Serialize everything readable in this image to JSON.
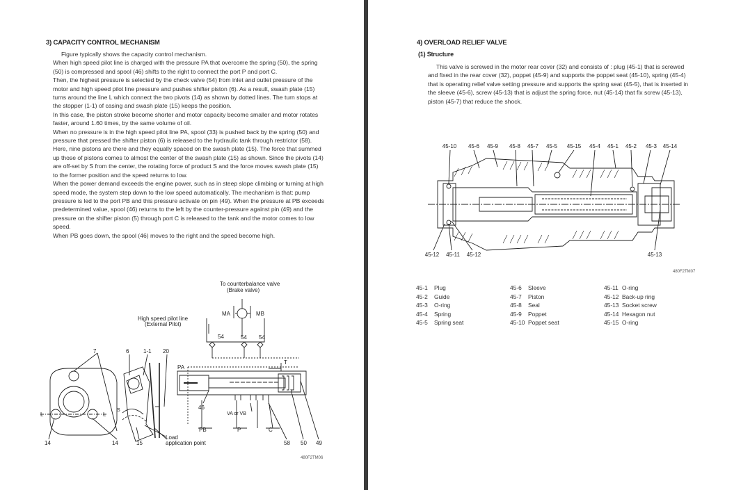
{
  "left": {
    "heading": "3) CAPACITY CONTROL MECHANISM",
    "paragraphs": [
      {
        "text": "Figure typically shows the capacity control mechanism.",
        "indent": true
      },
      {
        "text": "When high speed pilot line is charged with the pressure PA that overcome the spring (50), the spring (50) is compressed and spool (46) shifts to the right to connect the port P and port C.",
        "indent": false
      },
      {
        "text": "Then, the highest pressure is selected by the check valve (54) from inlet and outlet pressure of the motor and high speed pilot line pressure and pushes shifter piston (6). As a result, swash plate (15) turns around the line L which connect the two pivots (14) as shown by dotted lines. The turn stops at the stopper (1-1) of casing and swash plate (15) keeps the position.",
        "indent": false
      },
      {
        "text": "In this case, the piston stroke become shorter and motor capacity become smaller and motor rotates faster, around 1.60 times, by the same volume of oil.",
        "indent": false
      },
      {
        "text": "When no pressure is in the high speed pilot line PA, spool (33) is pushed back by the spring (50) and pressure that pressed the shifter piston (6) is released to the hydraulic tank through restrictor (58).",
        "indent": false
      },
      {
        "text": "Here, nine pistons are there and they equally spaced on the swash plate (15). The force that summed up those of pistons comes to almost the center of the swash plate (15) as shown. Since the pivots (14) are off-set by S from the center, the rotating force of product S and the force moves swash plate (15) to the former position and the speed returns to low.",
        "indent": false
      },
      {
        "text": "When the power demand exceeds the engine power, such as in steep slope climbing or turning at high speed mode, the system step down to the low speed automatically. The mechanism is that: pump pressure is led to the port PB and this pressure activate on pin (49). When the pressure at PB exceeds predetermined value, spool (46) returns to the left by the counter-pressure against pin (49) and the pressure on the shifter piston (5) through port C is released to the tank and the motor comes to low speed.",
        "indent": false
      },
      {
        "text": "When PB goes down, the spool (46) moves to the right and the speed become high.",
        "indent": false
      }
    ],
    "figure": {
      "top_label_1": "To counterbalance valve",
      "top_label_2": "(Brake valve)",
      "pilot_label_1": "High speed pilot line",
      "pilot_label_2": "(External Pilot)",
      "ma": "MA",
      "mb": "MB",
      "pa": "PA",
      "pb": "PB",
      "p": "P",
      "c": "C",
      "t": "T",
      "va_vb": "VA or VB",
      "load_1": "Load",
      "load_2": "application point",
      "s": "S",
      "l": "L",
      "callouts": {
        "n7": "7",
        "n6": "6",
        "n11": "1-1",
        "n20": "20",
        "n54": "54",
        "n46": "46",
        "n14": "14",
        "n15": "15",
        "n58": "58",
        "n50": "50",
        "n49": "49"
      },
      "code": "480F2TM06"
    }
  },
  "right": {
    "heading": "4) OVERLOAD RELIEF VALVE",
    "subheading": "(1) Structure",
    "paragraph": "This valve is screwed in the motor rear cover (32) and consists of : plug (45-1) that is screwed and fixed in the rear cover (32), poppet (45-9) and supports the poppet seat (45-10), spring (45-4) that is operating relief valve setting pressure and supports the spring seat (45-5), that is inserted in the sleeve (45-6), screw (45-13) that is adjust the spring force, nut (45-14) that fix screw (45-13), piston (45-7) that reduce the shock.",
    "figure": {
      "top_callouts": [
        "45-10",
        "45-6",
        "45-9",
        "45-8",
        "45-7",
        "45-5",
        "45-15",
        "45-4",
        "45-1",
        "45-2",
        "45-3",
        "45-14"
      ],
      "bottom_callouts": [
        "45-12",
        "45-11",
        "45-12"
      ],
      "right_callout": "45-13",
      "code": "480F2TM07"
    },
    "parts": [
      [
        {
          "num": "45-1",
          "name": "Plug"
        },
        {
          "num": "45-6",
          "name": "Sleeve"
        },
        {
          "num": "45-11",
          "name": "O-ring"
        }
      ],
      [
        {
          "num": "45-2",
          "name": "Guide"
        },
        {
          "num": "45-7",
          "name": "Piston"
        },
        {
          "num": "45-12",
          "name": "Back-up ring"
        }
      ],
      [
        {
          "num": "45-3",
          "name": "O-ring"
        },
        {
          "num": "45-8",
          "name": "Seal"
        },
        {
          "num": "45-13",
          "name": "Socket screw"
        }
      ],
      [
        {
          "num": "45-4",
          "name": "Spring"
        },
        {
          "num": "45-9",
          "name": "Poppet"
        },
        {
          "num": "45-14",
          "name": "Hexagon nut"
        }
      ],
      [
        {
          "num": "45-5",
          "name": "Spring seat"
        },
        {
          "num": "45-10",
          "name": "Poppet seat"
        },
        {
          "num": "45-15",
          "name": "O-ring"
        }
      ]
    ]
  }
}
